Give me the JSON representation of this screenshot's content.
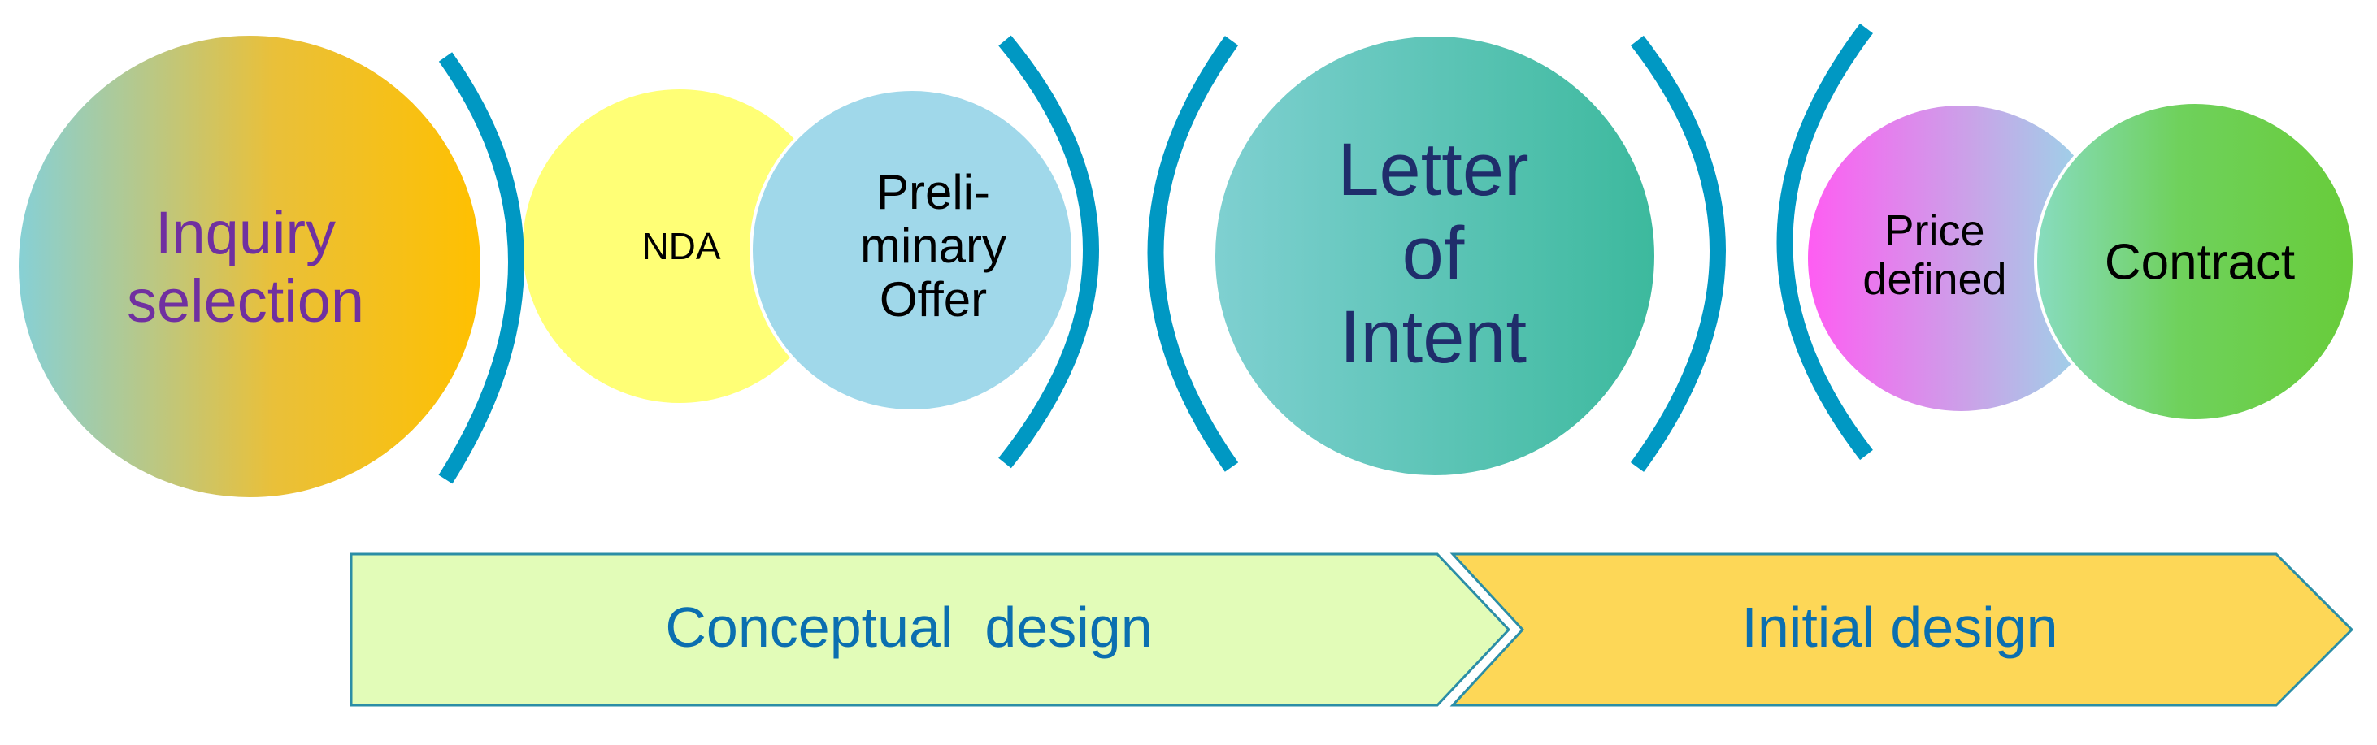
{
  "stages": {
    "inquiry": {
      "lines": [
        "Inquiry",
        "selection"
      ],
      "text_color": "#7030a0"
    },
    "nda": {
      "lines": [
        "NDA"
      ],
      "text_color": "#000000"
    },
    "preliminary": {
      "lines": [
        "Preli-",
        "minary",
        "Offer"
      ],
      "text_color": "#000000"
    },
    "letter": {
      "lines": [
        "Letter",
        "of",
        "Intent"
      ],
      "text_color": "#1f2d6b"
    },
    "price": {
      "lines": [
        "Price",
        "defined"
      ],
      "text_color": "#000000"
    },
    "contract": {
      "lines": [
        "Contract"
      ],
      "text_color": "#000000"
    }
  },
  "phases": {
    "conceptual": {
      "label": "Conceptual  design",
      "fill": "#e2fcb8",
      "text_color": "#0b6fb0"
    },
    "initial": {
      "label": "Initial design",
      "fill": "#fdd757",
      "text_color": "#0b6fb0"
    }
  },
  "colors": {
    "bracket": "#0098c3",
    "arrow_border": "#2b8ea6"
  }
}
